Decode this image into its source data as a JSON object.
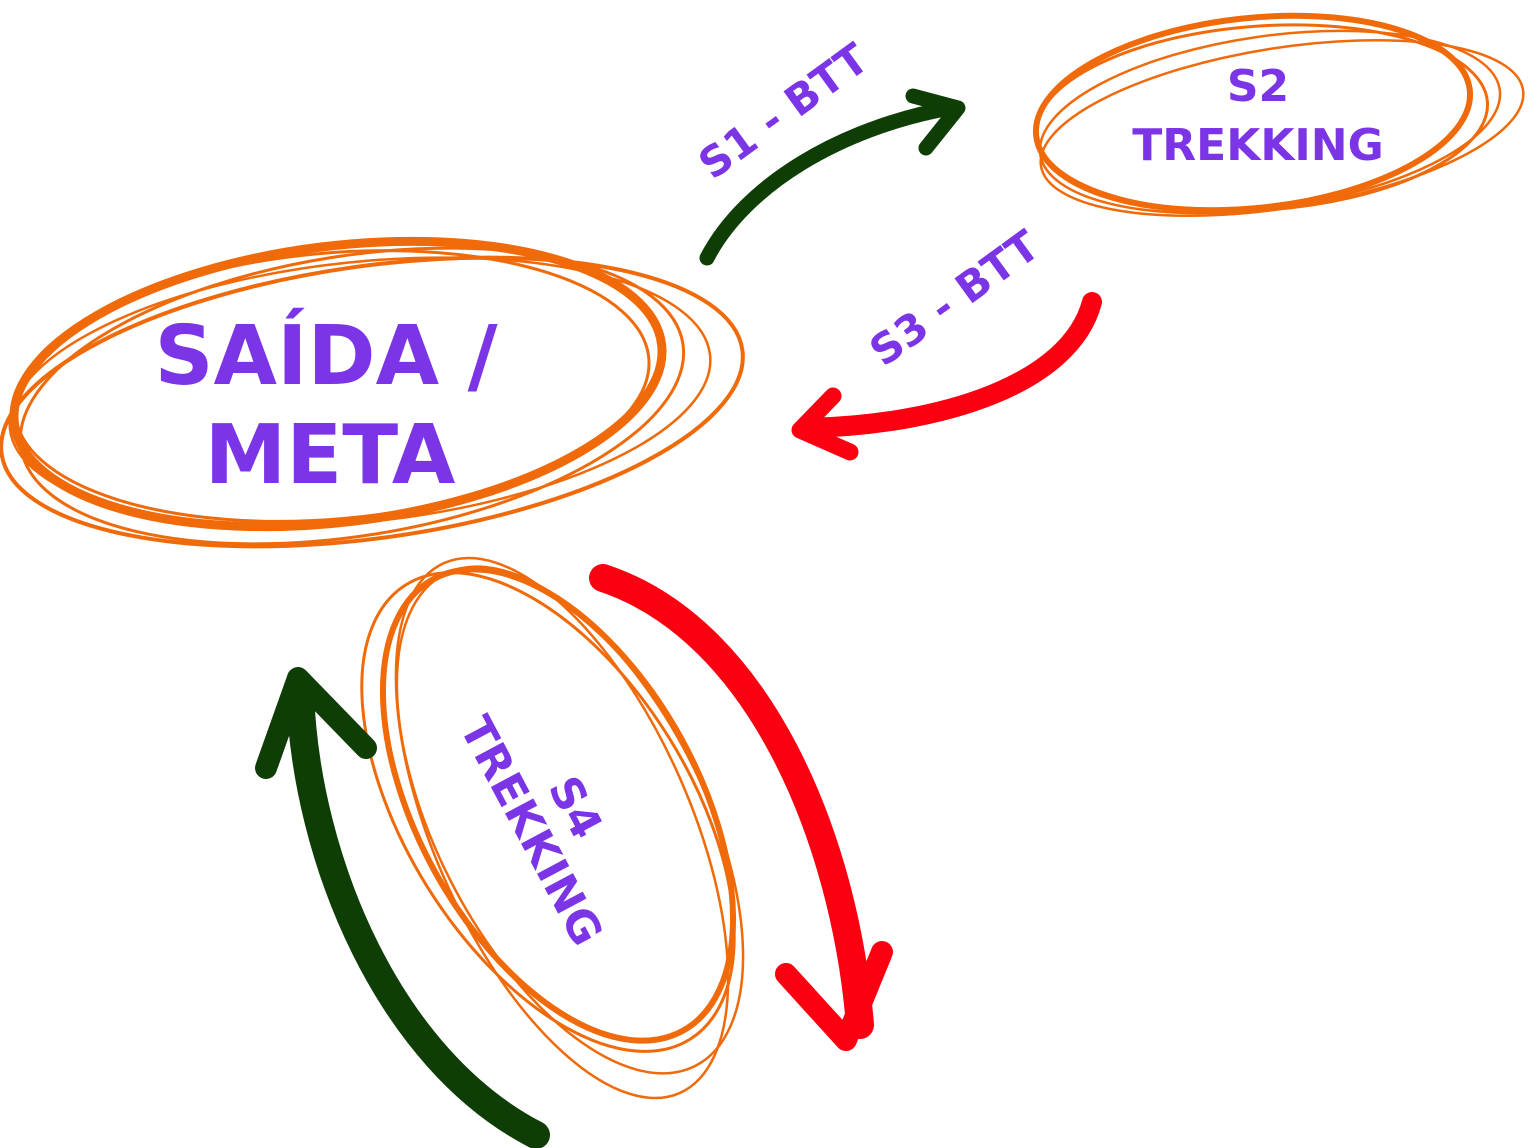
{
  "colors": {
    "background": "#ffffff",
    "ellipse_stroke": "#f06a0a",
    "label_text": "#7c35e6",
    "arrow_dark_green": "#0f3d06",
    "arrow_red": "#fb0010"
  },
  "nodes": {
    "start_finish": {
      "line1": "SAÍDA /",
      "line2": "META"
    },
    "s2": {
      "line1": "S2",
      "line2": "TREKKING"
    },
    "s4": {
      "line1": "S4",
      "line2": "TREKKING"
    }
  },
  "edges": {
    "s1": {
      "label": "S1 - BTT",
      "color": "dark-green",
      "direction": "start to S2"
    },
    "s3": {
      "label": "S3 - BTT",
      "color": "red",
      "direction": "S2 to start"
    },
    "s4_down": {
      "color": "red",
      "direction": "start to S4"
    },
    "s4_up": {
      "color": "dark-green",
      "direction": "S4 to start"
    }
  }
}
